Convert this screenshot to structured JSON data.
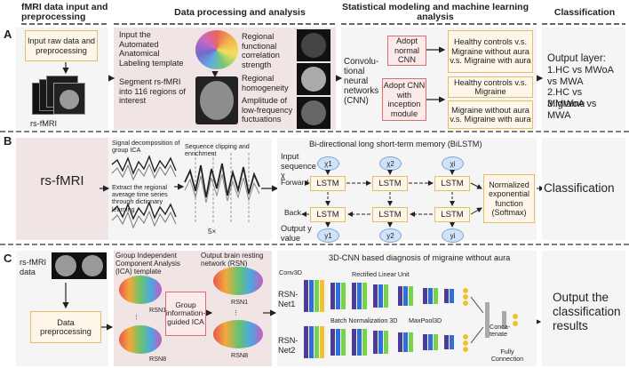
{
  "headers": {
    "col1": "fMRI data input and preprocessing",
    "col2": "Data processing and analysis",
    "col3": "Statistical modeling and machine learning analysis",
    "col4": "Classification"
  },
  "row_a": {
    "letter": "A",
    "input_box": "Input raw data and preprocessing",
    "scan_label": "rs-fMRI",
    "aal_text": "Input the Automated Anatomical Labeling template",
    "segment_text": "Segment rs-fMRI into 116 regions of interest",
    "metric1": "Regional functional correlation strength",
    "metric2": "Regional homogeneity",
    "metric3": "Amplitude of low-frequency fuctuations",
    "cnn_label": "Convolu-tional neural networks (CNN)",
    "cnn_normal": "Adopt normal CNN",
    "cnn_inception": "Adopt CNN with inception module",
    "task1": "Healthy controls v.s. Migraine without aura v.s. Migraine with aura",
    "task2": "Healthy controls v.s. Migraine",
    "task3": "Migraine without aura v.s. Migraine with aura",
    "output_title": "Output layer:",
    "output_items": [
      "1.HC vs MWoA vs MWA",
      "2.HC vs Migraine",
      "3.MWoA vs MWA"
    ]
  },
  "row_b": {
    "letter": "B",
    "input": "rs-fMRI",
    "signal_text": "Signal decomposition of group ICA",
    "clip_text": "Sequence clipping and enrichment",
    "extract_text": "Extract the regional average time series through dictionary learning",
    "multiplier": "5×",
    "bilstm_title": "Bi-directional long short-term memory (BiLSTM)",
    "input_seq": "Input sequence χ",
    "forward": "Forward",
    "back": "Back",
    "output_val": "Output y value",
    "x_nodes": [
      "χ1",
      "χ2",
      "χi"
    ],
    "y_nodes": [
      "y1",
      "y2",
      "yi"
    ],
    "lstm": "LSTM",
    "softmax": "Normalized exponential function (Softmax)",
    "classification": "Classification"
  },
  "row_c": {
    "letter": "C",
    "input": "rs-fMRI data",
    "preproc": "Data preprocessing",
    "ica_template": "Group Independent Component Analysis (ICA) template",
    "rsn_output": "Output brain resting network (RSN)",
    "guided_ica": "Group information-guided ICA",
    "rsn1_left": "RSN1",
    "rsn8_left": "RSN8",
    "rsn1_right": "RSN1",
    "rsn8_right": "RSN8",
    "cnn3d_title": "3D-CNN based diagnosis of migraine without aura",
    "conv3d": "Conv3D",
    "relu": "Rectified Linear Unit",
    "batchnorm": "Batch Normalization 3D",
    "maxpool": "MaxPool3D",
    "net1": "RSN-Net1",
    "net2": "RSN-Net2",
    "concat": "Conca-tenate",
    "fully": "Fully Connection",
    "result": "Output the classification results"
  },
  "colors": {
    "pink_panel": "#f1e4e4",
    "yellow_border": "#e2bd6a",
    "red_border": "#dd6d6d",
    "layer_purple": "#4b3c9a",
    "layer_blue": "#2f6fd6",
    "layer_green": "#7ad14a",
    "layer_yellow": "#f2c12e"
  }
}
